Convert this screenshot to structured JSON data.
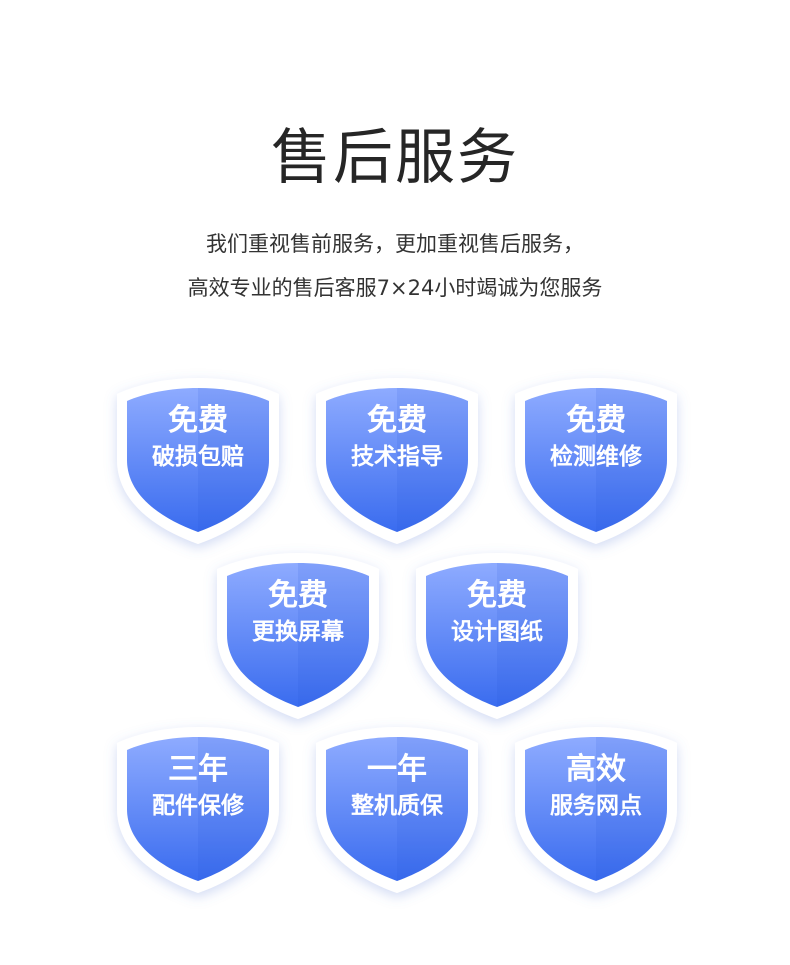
{
  "header": {
    "title": "售后服务",
    "subtitle_line1": "我们重视售前服务，更加重视售后服务，",
    "subtitle_line2": "高效专业的售后客服7×24小时竭诚为您服务"
  },
  "badges": [
    {
      "line1": "免费",
      "line2": "破损包赔"
    },
    {
      "line1": "免费",
      "line2": "技术指导"
    },
    {
      "line1": "免费",
      "line2": "检测维修"
    },
    {
      "line1": "免费",
      "line2": "更换屏幕"
    },
    {
      "line1": "免费",
      "line2": "设计图纸"
    },
    {
      "line1": "三年",
      "line2": "配件保修"
    },
    {
      "line1": "一年",
      "line2": "整机质保"
    },
    {
      "line1": "高效",
      "line2": "服务网点"
    }
  ],
  "colors": {
    "shield_top": "#8aa8ff",
    "shield_bottom": "#3d6ff0",
    "shield_outline": "#ffffff",
    "title_text": "#262626",
    "body_text": "#333333"
  }
}
